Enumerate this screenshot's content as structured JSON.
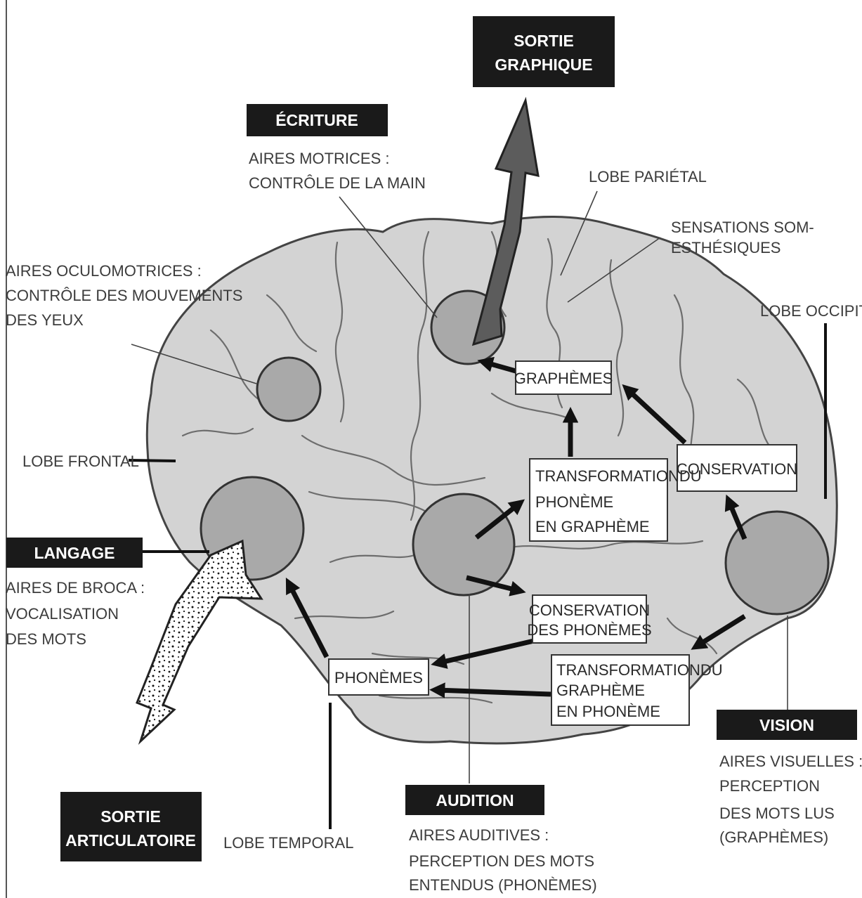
{
  "headers": {
    "sortie_graphique": [
      "SORTIE",
      "GRAPHIQUE"
    ],
    "ecriture": "ÉCRITURE",
    "langage": "LANGAGE",
    "sortie_articulatoire": [
      "SORTIE",
      "ARTICULATOIRE"
    ],
    "audition": "AUDITION",
    "vision": "VISION"
  },
  "labels": {
    "aires_motrices": [
      "AIRES MOTRICES :",
      "CONTRÔLE DE LA MAIN"
    ],
    "lobe_parietal": "LOBE PARIÉTAL",
    "sensations": [
      "SENSATIONS SOM-",
      "ESTHÉSIQUES"
    ],
    "lobe_occipital": "LOBE OCCIPIT",
    "aires_oculomotrices": [
      "AIRES OCULOMOTRICES :",
      "CONTRÔLE DES MOUVEMENTS",
      "DES YEUX"
    ],
    "lobe_frontal": "LOBE FRONTAL",
    "broca": [
      "AIRES DE BROCA :",
      "VOCALISATION",
      "DES MOTS"
    ],
    "lobe_temporal": "LOBE TEMPORAL",
    "aires_auditives": [
      "AIRES AUDITIVES :",
      "PERCEPTION DES MOTS",
      "ENTENDUS (PHONÈMES)"
    ],
    "aires_visuelles": [
      "AIRES VISUELLES :",
      "PERCEPTION",
      "DES MOTS LUS",
      "(GRAPHÈMES)"
    ]
  },
  "boxes": {
    "graphemes": "GRAPHÈMES",
    "conservation": "CONSERVATION",
    "transformation_phoneme": [
      "TRANSFORMATIONDU",
      "PHONÈME",
      "EN GRAPHÈME"
    ],
    "conservation_phonemes": [
      "CONSERVATION",
      "DES PHONÈMES"
    ],
    "phonemes": "PHONÈMES",
    "transformation_grapheme": [
      "TRANSFORMATIONDU",
      "GRAPHÈME",
      "EN PHONÈME"
    ]
  }
}
